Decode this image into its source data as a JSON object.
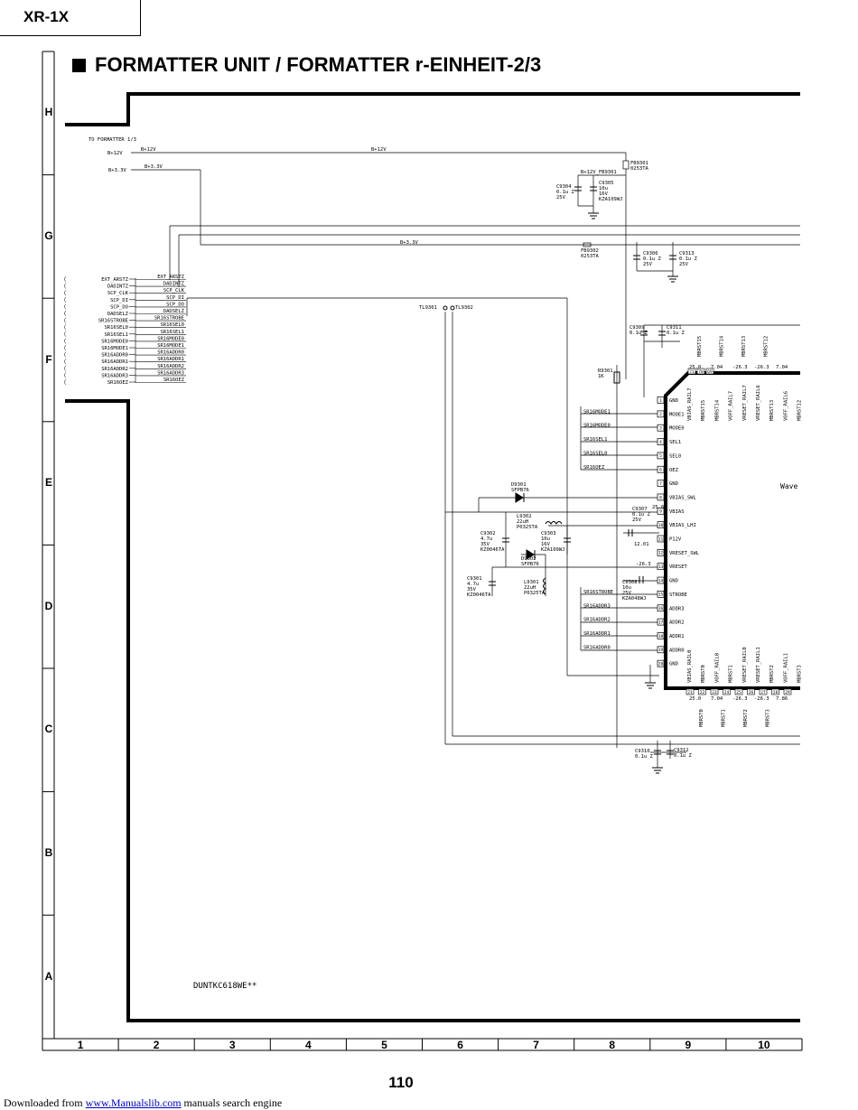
{
  "header": {
    "model": "XR-1X",
    "title": "FORMATTER  UNIT / FORMATTER r-EINHEIT-2/3"
  },
  "grid": {
    "rows": [
      "H",
      "G",
      "F",
      "E",
      "D",
      "C",
      "B",
      "A"
    ],
    "columns": [
      "1",
      "2",
      "3",
      "4",
      "5",
      "6",
      "7",
      "8",
      "9",
      "10"
    ]
  },
  "schematic": {
    "to_formatter": "TO FORMATTER 1/3",
    "net_b12": "B+12V",
    "net_b33": "B+3.3V",
    "net_b12_fb": "B+12V_FB9301",
    "tl1": "TL9301",
    "tl2": "TL9302",
    "left_signals": [
      "EXT_ARSTZ",
      "DADINTZ",
      "SCP_CLK",
      "SCP_DI",
      "SCP_DO",
      "DADSELZ",
      "SR16STROBE",
      "SR16SEL0",
      "SR16SEL1",
      "SR16MODE0",
      "SR16MODE1",
      "SR16ADDR0",
      "SR16ADDR1",
      "SR16ADDR2",
      "SR16ADDR3",
      "SR16OEZ"
    ],
    "mid_signals": [
      "EXT_ARSTZ",
      "DADINTZ",
      "SCP_CLK",
      "SCP_DI",
      "SCP_DO",
      "DADSELZ",
      "SR16STROBE",
      "SR16SEL0",
      "SR16SEL1",
      "SR16MODE0",
      "SR16MODE1",
      "SR16ADDR0",
      "SR16ADDR1",
      "SR16ADDR2",
      "SR16ADDR3",
      "SR16OEZ"
    ],
    "components": [
      {
        "ref": "FB9301",
        "lines": [
          "FB9301",
          "0253TA"
        ]
      },
      {
        "ref": "C9304",
        "lines": [
          "C9304",
          "0.1u Z",
          "25V"
        ]
      },
      {
        "ref": "C9305",
        "lines": [
          "C9305",
          "10u",
          "16V",
          "KZA109WJ"
        ]
      },
      {
        "ref": "FB9302",
        "lines": [
          "FB9302",
          "0253TA"
        ]
      },
      {
        "ref": "C9306",
        "lines": [
          "C9306",
          "0.1u Z",
          "25V"
        ]
      },
      {
        "ref": "C9313",
        "lines": [
          "C9313",
          "0.1u Z",
          "25V"
        ]
      },
      {
        "ref": "C9309",
        "lines": [
          "C9309",
          "0.1u Z"
        ]
      },
      {
        "ref": "C9311",
        "lines": [
          "C9311",
          "0.1u Z"
        ]
      },
      {
        "ref": "R9301",
        "lines": [
          "R9301",
          "1K"
        ]
      },
      {
        "ref": "D9301",
        "lines": [
          "D9301",
          "SFPB76"
        ]
      },
      {
        "ref": "L9302",
        "lines": [
          "L9302",
          "22uH",
          "P0325TA"
        ]
      },
      {
        "ref": "C9307",
        "lines": [
          "C9307",
          "0.1u Z",
          "25V"
        ]
      },
      {
        "ref": "C9302",
        "lines": [
          "C9302",
          "4.7u",
          "35V",
          "KZ0046TA"
        ]
      },
      {
        "ref": "C9303",
        "lines": [
          "C9303",
          "10u",
          "16V",
          "KZA109WJ"
        ]
      },
      {
        "ref": "D9302",
        "lines": [
          "D9302",
          "SFPB76"
        ]
      },
      {
        "ref": "C9301",
        "lines": [
          "C9301",
          "4.7u",
          "35V",
          "KZ0046TA"
        ]
      },
      {
        "ref": "L9301",
        "lines": [
          "L9301",
          "22uH",
          "P0325TA"
        ]
      },
      {
        "ref": "C9308",
        "lines": [
          "C9308",
          "10u",
          "25V",
          "KZA048WJ"
        ]
      },
      {
        "ref": "C9310",
        "lines": [
          "C9310",
          "0.1u Z"
        ]
      },
      {
        "ref": "C9312",
        "lines": [
          "C9312",
          "0.1u Z"
        ]
      }
    ],
    "ic_pins": [
      {
        "n": "1",
        "label": "GND",
        "net": ""
      },
      {
        "n": "2",
        "label": "MODE1",
        "net": "SR16MODE1"
      },
      {
        "n": "3",
        "label": "MODE0",
        "net": "SR16MODE0"
      },
      {
        "n": "4",
        "label": "SEL1",
        "net": "SR16SEL1"
      },
      {
        "n": "5",
        "label": "SEL0",
        "net": "SR16SEL0"
      },
      {
        "n": "6",
        "label": "OEZ",
        "net": "SR16OEZ"
      },
      {
        "n": "7",
        "label": "GND",
        "net": ""
      },
      {
        "n": "8",
        "label": "VBIAS_SWL",
        "net": ""
      },
      {
        "n": "9",
        "label": "VBIAS",
        "net": ""
      },
      {
        "n": "10",
        "label": "VBIAS_LHI",
        "net": ""
      },
      {
        "n": "11",
        "label": "P12V",
        "net": ""
      },
      {
        "n": "12",
        "label": "VRESET_SWL",
        "net": ""
      },
      {
        "n": "13",
        "label": "VRESET",
        "net": ""
      },
      {
        "n": "14",
        "label": "GND",
        "net": ""
      },
      {
        "n": "15",
        "label": "STROBE",
        "net": "SR16STROBE"
      },
      {
        "n": "16",
        "label": "ADDR3",
        "net": "SR16ADDR3"
      },
      {
        "n": "17",
        "label": "ADDR2",
        "net": "SR16ADDR2"
      },
      {
        "n": "18",
        "label": "ADDR1",
        "net": "SR16ADDR1"
      },
      {
        "n": "19",
        "label": "ADDR0",
        "net": "SR16ADDR0"
      },
      {
        "n": "20",
        "label": "GND",
        "net": ""
      }
    ],
    "top_pins": [
      "VBIAS_RAIL7",
      "MBRST15",
      "MBRST14",
      "VOFF_RAIL7",
      "VRESET_RAIL7",
      "VRESET_RAIL6",
      "MBRST13",
      "VOFF_RAIL6",
      "MBRST12"
    ],
    "top_nets": [
      "MBRST15",
      "MBRST14",
      "MBRST13",
      "MBRST12"
    ],
    "top_pin_numbers": [
      "71",
      "70",
      "69"
    ],
    "top_values": [
      "25.0",
      "7.04",
      "-26.3",
      "-26.3",
      "7.04"
    ],
    "bottom_pins": [
      "VBIAS_RAIL0",
      "MBRST0",
      "VOFF_RAIL0",
      "MBRST1",
      "VRESET_RAIL0",
      "VRESET_RAIL1",
      "MBRST2",
      "VOFF_RAIL1",
      "MBRST3"
    ],
    "bottom_nets": [
      "MBRST0",
      "MBRST1",
      "MBRST2",
      "MBRST3"
    ],
    "bottom_pin_numbers": [
      "21",
      "22",
      "23",
      "24",
      "25",
      "26",
      "27",
      "28",
      "29"
    ],
    "bottom_values": [
      "25.0",
      "7.04",
      "-26.3",
      "-26.3",
      "7.86"
    ],
    "voltages": {
      "v_vbias": "25.0",
      "v_p12": "12.01",
      "v_vreset": "-26.3"
    },
    "wave_label": "Wave",
    "board_code": "DUNTKC618WE**"
  },
  "page_number": "110",
  "footer": {
    "prefix": "Downloaded from ",
    "link": "www.Manualslib.com",
    "suffix": "  manuals search engine"
  }
}
